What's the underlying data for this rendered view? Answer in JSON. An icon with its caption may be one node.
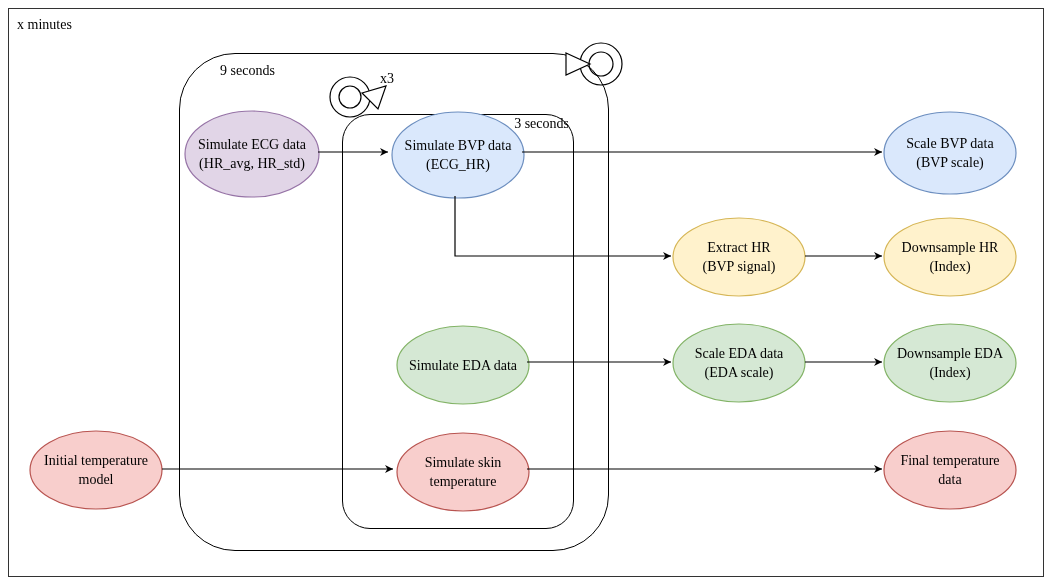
{
  "diagram": {
    "nodes": [
      {
        "text": [
          "x minutes"
        ]
      },
      {
        "text": [
          "9 seconds"
        ],
        "in": 0
      },
      {
        "text": [
          "3 seconds"
        ],
        "in": 1
      },
      {
        "text": [
          "Simulate ECG data",
          "(HR_avg, HR_std)"
        ],
        "in": 1
      },
      {
        "text": [
          "Simulate BVP data",
          "(ECG_HR)"
        ],
        "in": 2
      },
      {
        "text": [
          "Scale BVP data",
          "(BVP scale)"
        ],
        "in": 0
      },
      {
        "text": [
          "Extract HR",
          "(BVP signal)"
        ],
        "in": 0
      },
      {
        "text": [
          "Downsample HR",
          "(Index)"
        ],
        "in": 0
      },
      {
        "text": [
          "Simulate EDA data"
        ],
        "in": 2
      },
      {
        "text": [
          "Scale EDA data",
          "(EDA scale)"
        ],
        "in": 0
      },
      {
        "text": [
          "Downsample EDA",
          "(Index)"
        ],
        "in": 0
      },
      {
        "text": [
          "Initial temperature model"
        ],
        "in": 0
      },
      {
        "text": [
          "Simulate skin temperature"
        ],
        "in": 2
      },
      {
        "text": [
          "Final temperature data"
        ],
        "in": 0
      }
    ],
    "edges": [
      {
        "from": 3,
        "to": 4,
        "arrow": "to"
      },
      {
        "from": 4,
        "to": 5,
        "arrow": "to"
      },
      {
        "from": 4,
        "to": 6,
        "arrow": "to"
      },
      {
        "from": 6,
        "to": 7,
        "arrow": "to"
      },
      {
        "from": 8,
        "to": 9,
        "arrow": "to"
      },
      {
        "from": 9,
        "to": 10,
        "arrow": "to"
      },
      {
        "from": 11,
        "to": 12,
        "arrow": "to"
      },
      {
        "from": 12,
        "to": 13,
        "arrow": "to"
      }
    ],
    "labels": [
      "x3"
    ]
  }
}
